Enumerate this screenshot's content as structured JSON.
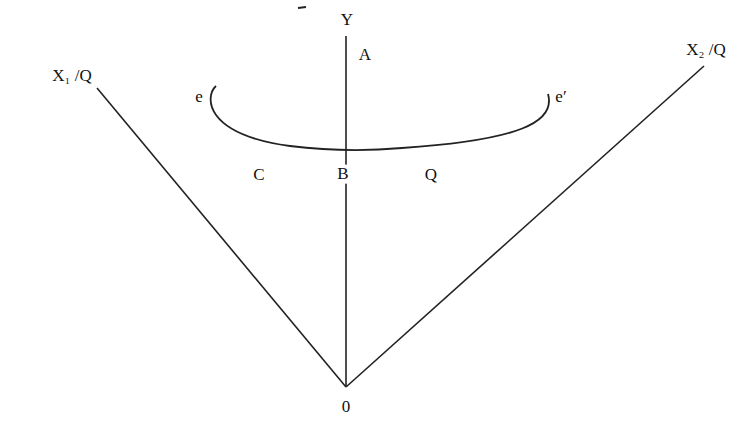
{
  "diagram": {
    "labels": [
      "Y",
      "A",
      "X₁ /Q",
      "X₂ /Q",
      "e",
      "e′",
      "C",
      "B",
      "Q",
      "0"
    ]
  }
}
